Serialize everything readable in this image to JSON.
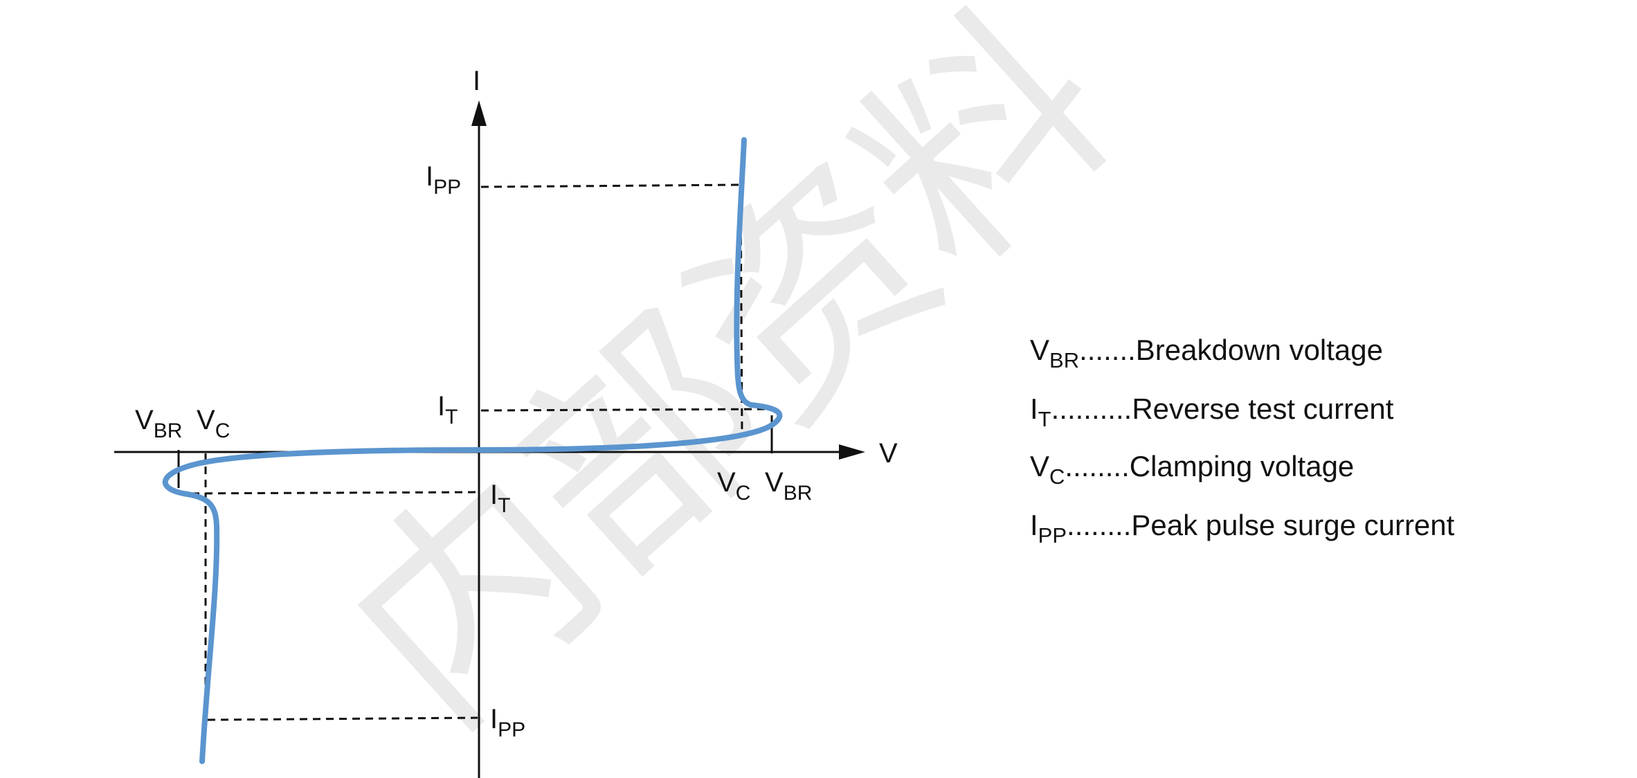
{
  "diagram": {
    "axes": {
      "x_label": "V",
      "y_label": "I"
    },
    "labels": {
      "ipp_top": {
        "main": "I",
        "sub": "PP"
      },
      "ipp_bottom": {
        "main": "I",
        "sub": "PP"
      },
      "it_top": {
        "main": "I",
        "sub": "T"
      },
      "it_bottom": {
        "main": "I",
        "sub": "T"
      },
      "vbr_left": {
        "main": "V",
        "sub": "BR"
      },
      "vc_left": {
        "main": "V",
        "sub": "C"
      },
      "vc_right": {
        "main": "V",
        "sub": "C"
      },
      "vbr_right": {
        "main": "V",
        "sub": "BR"
      }
    },
    "curve_color": "#5b95cf",
    "watermark": "内部资料"
  },
  "legend": [
    {
      "symbol": "V",
      "sub": "BR",
      "dots": ".......",
      "text": "Breakdown voltage"
    },
    {
      "symbol": "I",
      "sub": "T",
      "dots": "..........",
      "text": "Reverse test current"
    },
    {
      "symbol": "V",
      "sub": "C",
      "dots": "........",
      "text": "Clamping voltage"
    },
    {
      "symbol": "I",
      "sub": "PP",
      "dots": "........",
      "text": "Peak pulse surge current"
    }
  ]
}
